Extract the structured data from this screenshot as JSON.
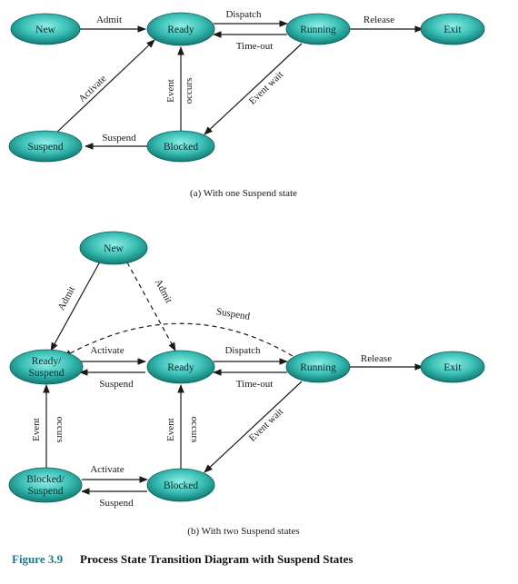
{
  "diagram_a": {
    "caption": "(a) With one Suspend state",
    "nodes": {
      "new": "New",
      "ready": "Ready",
      "running": "Running",
      "exit": "Exit",
      "suspend": "Suspend",
      "blocked": "Blocked"
    },
    "edges": {
      "admit": "Admit",
      "dispatch": "Dispatch",
      "timeout": "Time-out",
      "release": "Release",
      "activate": "Activate",
      "event_occurs_1": "Event",
      "event_occurs_2": "occurs",
      "event_wait": "Event wait",
      "suspend": "Suspend"
    }
  },
  "diagram_b": {
    "caption": "(b) With two Suspend states",
    "nodes": {
      "new": "New",
      "ready_suspend_1": "Ready/",
      "ready_suspend_2": "Suspend",
      "ready": "Ready",
      "running": "Running",
      "exit": "Exit",
      "blocked_suspend_1": "Blocked/",
      "blocked_suspend_2": "Suspend",
      "blocked": "Blocked"
    },
    "edges": {
      "admit_left": "Admit",
      "admit_dashed": "Admit",
      "suspend_dashed": "Suspend",
      "activate_top": "Activate",
      "suspend_mid": "Suspend",
      "dispatch": "Dispatch",
      "timeout": "Time-out",
      "release": "Release",
      "event_occurs_left_1": "Event",
      "event_occurs_left_2": "occurs",
      "event_occurs_mid_1": "Event",
      "event_occurs_mid_2": "occurs",
      "event_wait": "Event wait",
      "activate_bottom": "Activate",
      "suspend_bottom": "Suspend"
    }
  },
  "figure": {
    "number": "Figure 3.9",
    "title": "Process State Transition Diagram with Suspend States",
    "number_color": "#1a7a8c"
  },
  "colors": {
    "node_light": "#7fe3dc",
    "node_mid": "#2fb3aa",
    "node_dark": "#0f7a73",
    "node_stroke": "#0b5e58"
  }
}
